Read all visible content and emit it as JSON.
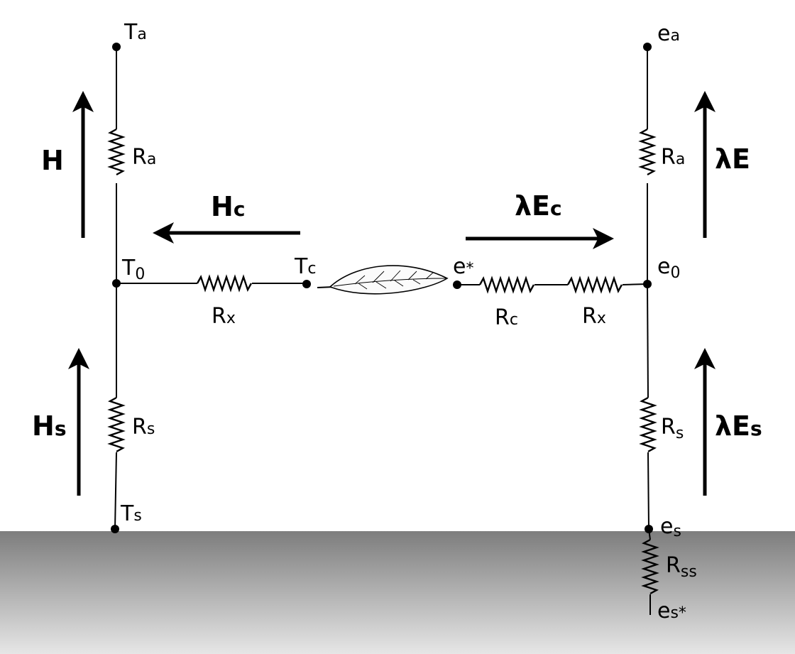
{
  "labels": {
    "Ta": {
      "main": "T",
      "sub": "a"
    },
    "T0": {
      "main": "T",
      "sub": "0"
    },
    "Tc": {
      "main": "T",
      "sub": "c"
    },
    "Ts": {
      "main": "T",
      "sub": "s"
    },
    "ea": {
      "main": "e",
      "sub": "a"
    },
    "e0": {
      "main": "e",
      "sub": "0"
    },
    "estar": {
      "main": "e",
      "sub": "*"
    },
    "es": {
      "main": "e",
      "sub": "s"
    },
    "esstar": {
      "main": "e",
      "sub": "s*"
    },
    "Ra_left": {
      "main": "R",
      "sub": "a"
    },
    "Rs_left": {
      "main": "R",
      "sub": "s"
    },
    "Rx_left": {
      "main": "R",
      "sub": "x"
    },
    "Rc": {
      "main": "R",
      "sub": "c"
    },
    "Rx_right": {
      "main": "R",
      "sub": "x"
    },
    "Ra_right": {
      "main": "R",
      "sub": "a"
    },
    "Rs_right": {
      "main": "R",
      "sub": "s"
    },
    "Rss": {
      "main": "R",
      "sub": "ss"
    }
  },
  "fluxes": {
    "H": {
      "main": "H",
      "sub": ""
    },
    "Hs": {
      "main": "H",
      "sub": "s"
    },
    "Hc": {
      "main": "H",
      "sub": "c"
    },
    "LE": {
      "main": "λE",
      "sub": ""
    },
    "LEs": {
      "main": "λE",
      "sub": "s"
    },
    "LEc": {
      "main": "λE",
      "sub": "c"
    }
  },
  "colors": {
    "ground_top": "#7d7d7d",
    "ground_bottom": "#e6e6e6",
    "ink": "#000000"
  }
}
